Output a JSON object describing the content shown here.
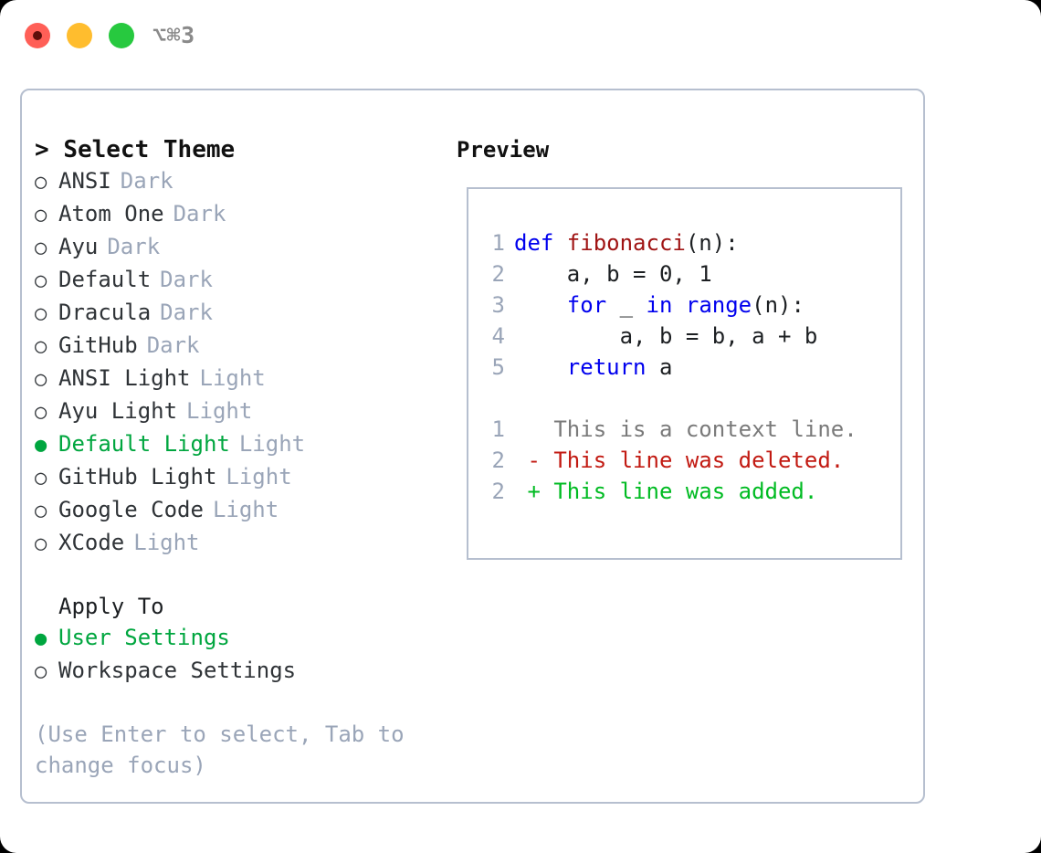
{
  "titlebar": {
    "shortcut": "⌥⌘3",
    "lights": [
      {
        "name": "close",
        "color": "#ff5f57"
      },
      {
        "name": "minimize",
        "color": "#ffbd2e"
      },
      {
        "name": "maximize",
        "color": "#27c93f"
      }
    ]
  },
  "theme_picker": {
    "header_prefix": "> ",
    "header": "Select Theme",
    "selected_bullet": "●",
    "unselected_bullet": "○",
    "items": [
      {
        "label": "ANSI",
        "variant": "Dark",
        "selected": false
      },
      {
        "label": "Atom One",
        "variant": "Dark",
        "selected": false
      },
      {
        "label": "Ayu",
        "variant": "Dark",
        "selected": false
      },
      {
        "label": "Default",
        "variant": "Dark",
        "selected": false
      },
      {
        "label": "Dracula",
        "variant": "Dark",
        "selected": false
      },
      {
        "label": "GitHub",
        "variant": "Dark",
        "selected": false
      },
      {
        "label": "ANSI Light",
        "variant": "Light",
        "selected": false
      },
      {
        "label": "Ayu Light",
        "variant": "Light",
        "selected": false
      },
      {
        "label": "Default Light",
        "variant": "Light",
        "selected": true
      },
      {
        "label": "GitHub Light",
        "variant": "Light",
        "selected": false
      },
      {
        "label": "Google Code",
        "variant": "Light",
        "selected": false
      },
      {
        "label": "XCode",
        "variant": "Light",
        "selected": false
      }
    ]
  },
  "apply_to": {
    "title": "Apply To",
    "items": [
      {
        "label": "User Settings",
        "selected": true
      },
      {
        "label": "Workspace Settings",
        "selected": false
      }
    ]
  },
  "hint": "(Use Enter to select, Tab to change focus)",
  "preview": {
    "title": "Preview",
    "code_lines": [
      {
        "num": "1",
        "tokens": [
          {
            "t": "def ",
            "c": "kw"
          },
          {
            "t": "fibonacci",
            "c": "fn"
          },
          {
            "t": "(n):",
            "c": "pl"
          }
        ]
      },
      {
        "num": "2",
        "tokens": [
          {
            "t": "    a, b = 0, 1",
            "c": "pl"
          }
        ]
      },
      {
        "num": "3",
        "tokens": [
          {
            "t": "    ",
            "c": "pl"
          },
          {
            "t": "for",
            "c": "kw"
          },
          {
            "t": " _ ",
            "c": "pl"
          },
          {
            "t": "in",
            "c": "kw"
          },
          {
            "t": " ",
            "c": "pl"
          },
          {
            "t": "range",
            "c": "kw"
          },
          {
            "t": "(n):",
            "c": "pl"
          }
        ]
      },
      {
        "num": "4",
        "tokens": [
          {
            "t": "        a, b = b, a + b",
            "c": "pl"
          }
        ]
      },
      {
        "num": "5",
        "tokens": [
          {
            "t": "    ",
            "c": "pl"
          },
          {
            "t": "return",
            "c": "kw"
          },
          {
            "t": " a",
            "c": "pl"
          }
        ]
      }
    ],
    "diff_lines": [
      {
        "num": "1",
        "marker": "  ",
        "text": "This is a context line.",
        "kind": "ctx"
      },
      {
        "num": "2",
        "marker": "- ",
        "text": "This line was deleted.",
        "kind": "del"
      },
      {
        "num": "2",
        "marker": "+ ",
        "text": "This line was added.",
        "kind": "add"
      }
    ]
  },
  "colors": {
    "accent_green": "#00a63f",
    "border": "#b6bfcf",
    "muted": "#9aa5b8",
    "keyword": "#0000ee",
    "function": "#a01414",
    "diff_deleted": "#c21a12",
    "diff_added": "#00bb22"
  }
}
